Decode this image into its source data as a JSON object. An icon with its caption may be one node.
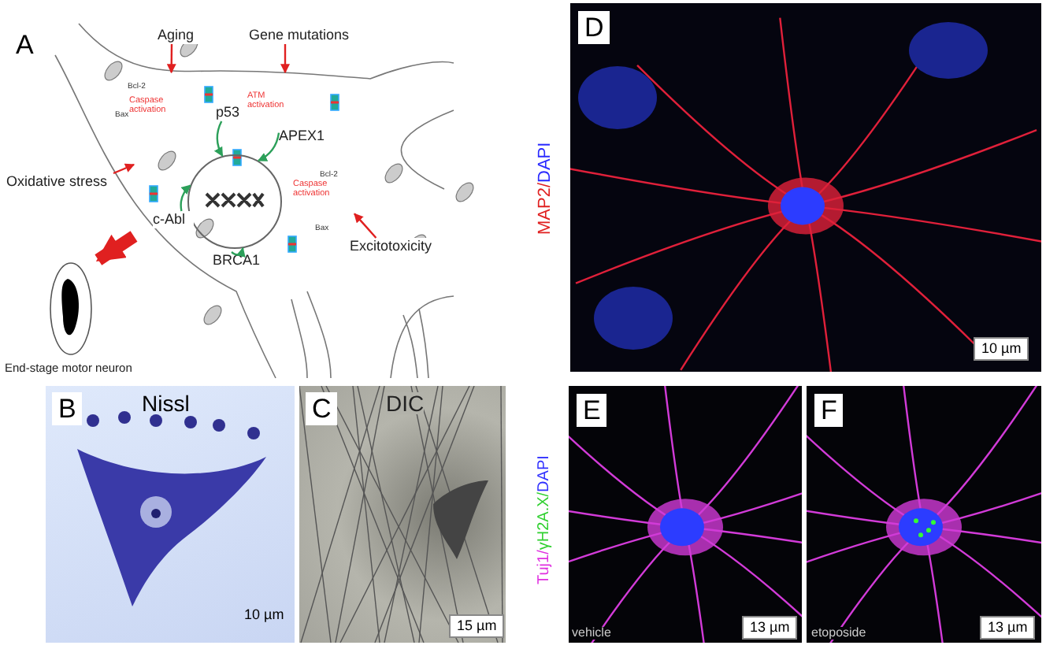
{
  "diagram": {
    "nodes": [
      {
        "text": [
          "Aging"
        ]
      },
      {
        "text": [
          "Gene mutations"
        ]
      },
      {
        "text": [
          "Oxidative stress"
        ]
      },
      {
        "text": [
          "Excitotoxicity"
        ]
      },
      {
        "text": [],
        "shape": "picture"
      },
      {
        "text": [],
        "shape": "circle",
        "in": 4
      },
      {
        "text": [
          "p53"
        ],
        "in": 4
      },
      {
        "text": [
          "APEX1"
        ],
        "in": 4
      },
      {
        "text": [
          "c-Abl"
        ],
        "in": 4
      },
      {
        "text": [
          "BRCA1"
        ],
        "in": 4
      },
      {
        "text": [
          "End-stage motor neuron"
        ]
      }
    ],
    "edges": [
      {
        "from": 0,
        "to": 4,
        "arrow": "to"
      },
      {
        "from": 1,
        "to": 4,
        "arrow": "to"
      },
      {
        "from": 2,
        "to": 4,
        "arrow": "to"
      },
      {
        "from": 3,
        "to": 4,
        "arrow": "to"
      },
      {
        "from": 4,
        "to": 10,
        "arrow": "to",
        "style": "thick"
      },
      {
        "from": 6,
        "to": 5,
        "arrow": "to",
        "color": "#2ca05a"
      },
      {
        "from": 7,
        "to": 5,
        "arrow": "to",
        "color": "#2ca05a"
      },
      {
        "from": 8,
        "to": 5,
        "arrow": "to",
        "color": "#2ca05a"
      },
      {
        "from": 9,
        "to": 5,
        "arrow": "to",
        "color": "#2ca05a"
      }
    ],
    "labels": [
      "A",
      "Bcl-2",
      "Bax",
      "Caspase activation",
      "ATM activation",
      "Caspase activation",
      "Bcl-2",
      "Bax",
      "B",
      "Nissl",
      "10 µm",
      "C",
      "DIC",
      "15 µm",
      "D",
      "MAP2/DAPI",
      "10 µm",
      "E",
      "Tuj1/γH2A.X/DAPI",
      "13 µm",
      "vehicle",
      "F",
      "13 µm",
      "etoposide"
    ]
  }
}
